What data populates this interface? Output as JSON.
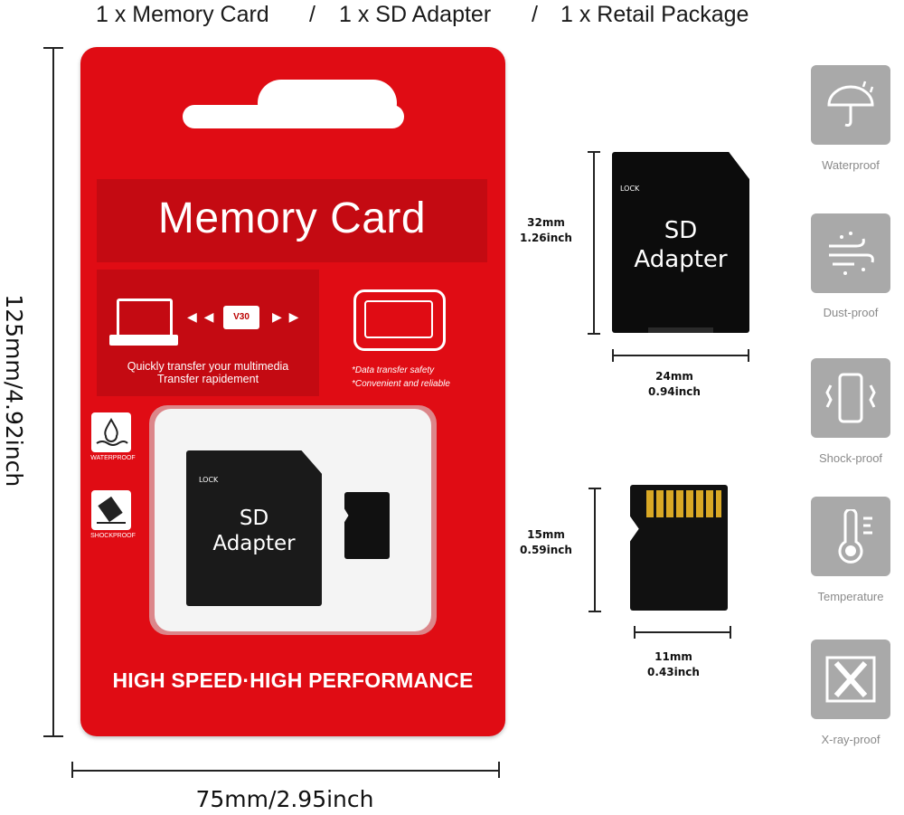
{
  "header": {
    "items": [
      "1 x Memory Card",
      "1 x SD Adapter",
      "1 x Retail Package"
    ],
    "separator": "/"
  },
  "package": {
    "band_title": "Memory Card",
    "mini_card_text": "V30",
    "caption_line1": "Quickly transfer your multimedia",
    "caption_line2": "Transfer rapidement",
    "note_line1": "*Data transfer safety",
    "note_line2": "*Convenient and reliable",
    "icon_label_1": "WATERPROOF",
    "icon_label_2": "SHOCKPROOF",
    "adapter_lock": "LOCK",
    "adapter_line1": "SD",
    "adapter_line2": "Adapter",
    "slogan": "HIGH SPEED·HIGH PERFORMANCE"
  },
  "dimensions": {
    "package_height": "125mm/4.92inch",
    "package_width": "75mm/2.95inch",
    "adapter_height_mm": "32mm",
    "adapter_height_in": "1.26inch",
    "adapter_width_mm": "24mm",
    "adapter_width_in": "0.94inch",
    "micro_height_mm": "15mm",
    "micro_height_in": "0.59inch",
    "micro_width_mm": "11mm",
    "micro_width_in": "0.43inch"
  },
  "adapter": {
    "lock_label": "LOCK",
    "title_line1": "SD",
    "title_line2": "Adapter"
  },
  "features": [
    {
      "label": "Waterproof",
      "icon": "umbrella-icon"
    },
    {
      "label": "Dust-proof",
      "icon": "dust-icon"
    },
    {
      "label": "Shock-proof",
      "icon": "phone-shake-icon"
    },
    {
      "label": "Temperature",
      "icon": "thermometer-icon"
    },
    {
      "label": "X-ray-proof",
      "icon": "xray-icon"
    }
  ],
  "colors": {
    "package_red": "#e00c14",
    "card_black": "#0c0c0c",
    "tile_gray": "#a9a9a9",
    "contact_gold": "#d9a825"
  }
}
